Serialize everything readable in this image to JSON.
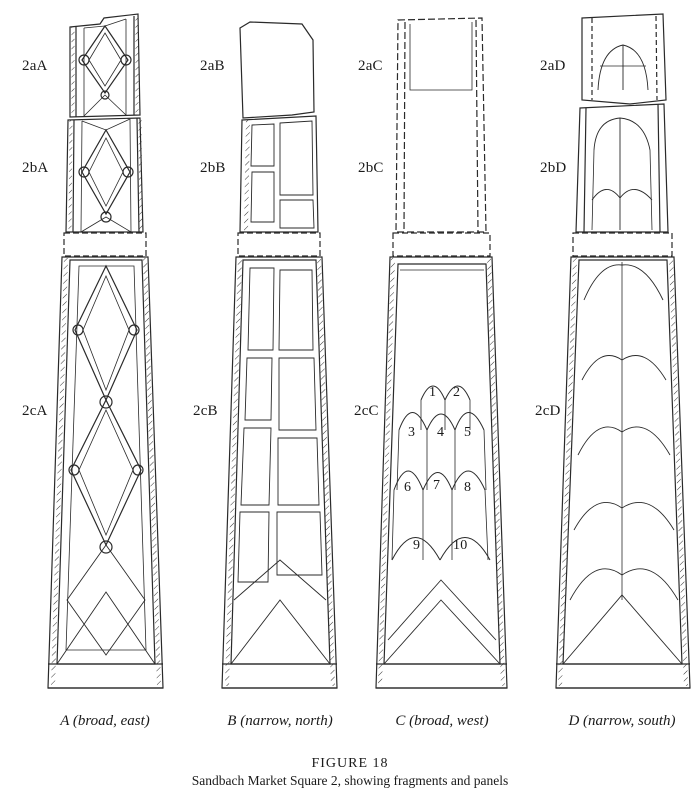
{
  "panel_labels": {
    "a": [
      "2aA",
      "2bA",
      "2cA"
    ],
    "b": [
      "2aB",
      "2bB",
      "2cB"
    ],
    "c": [
      "2aC",
      "2bC",
      "2cC"
    ],
    "d": [
      "2aD",
      "2bD",
      "2cD"
    ]
  },
  "faces": [
    {
      "letter": "A",
      "desc": "(broad, east)"
    },
    {
      "letter": "B",
      "desc": "(narrow, north)"
    },
    {
      "letter": "C",
      "desc": "(broad, west)"
    },
    {
      "letter": "D",
      "desc": "(narrow, south)"
    }
  ],
  "arch_numbers": [
    "1",
    "2",
    "3",
    "4",
    "5",
    "6",
    "7",
    "8",
    "9",
    "10"
  ],
  "figure": {
    "title": "FIGURE 18",
    "caption": "Sandbach Market Square 2, showing fragments and panels"
  }
}
